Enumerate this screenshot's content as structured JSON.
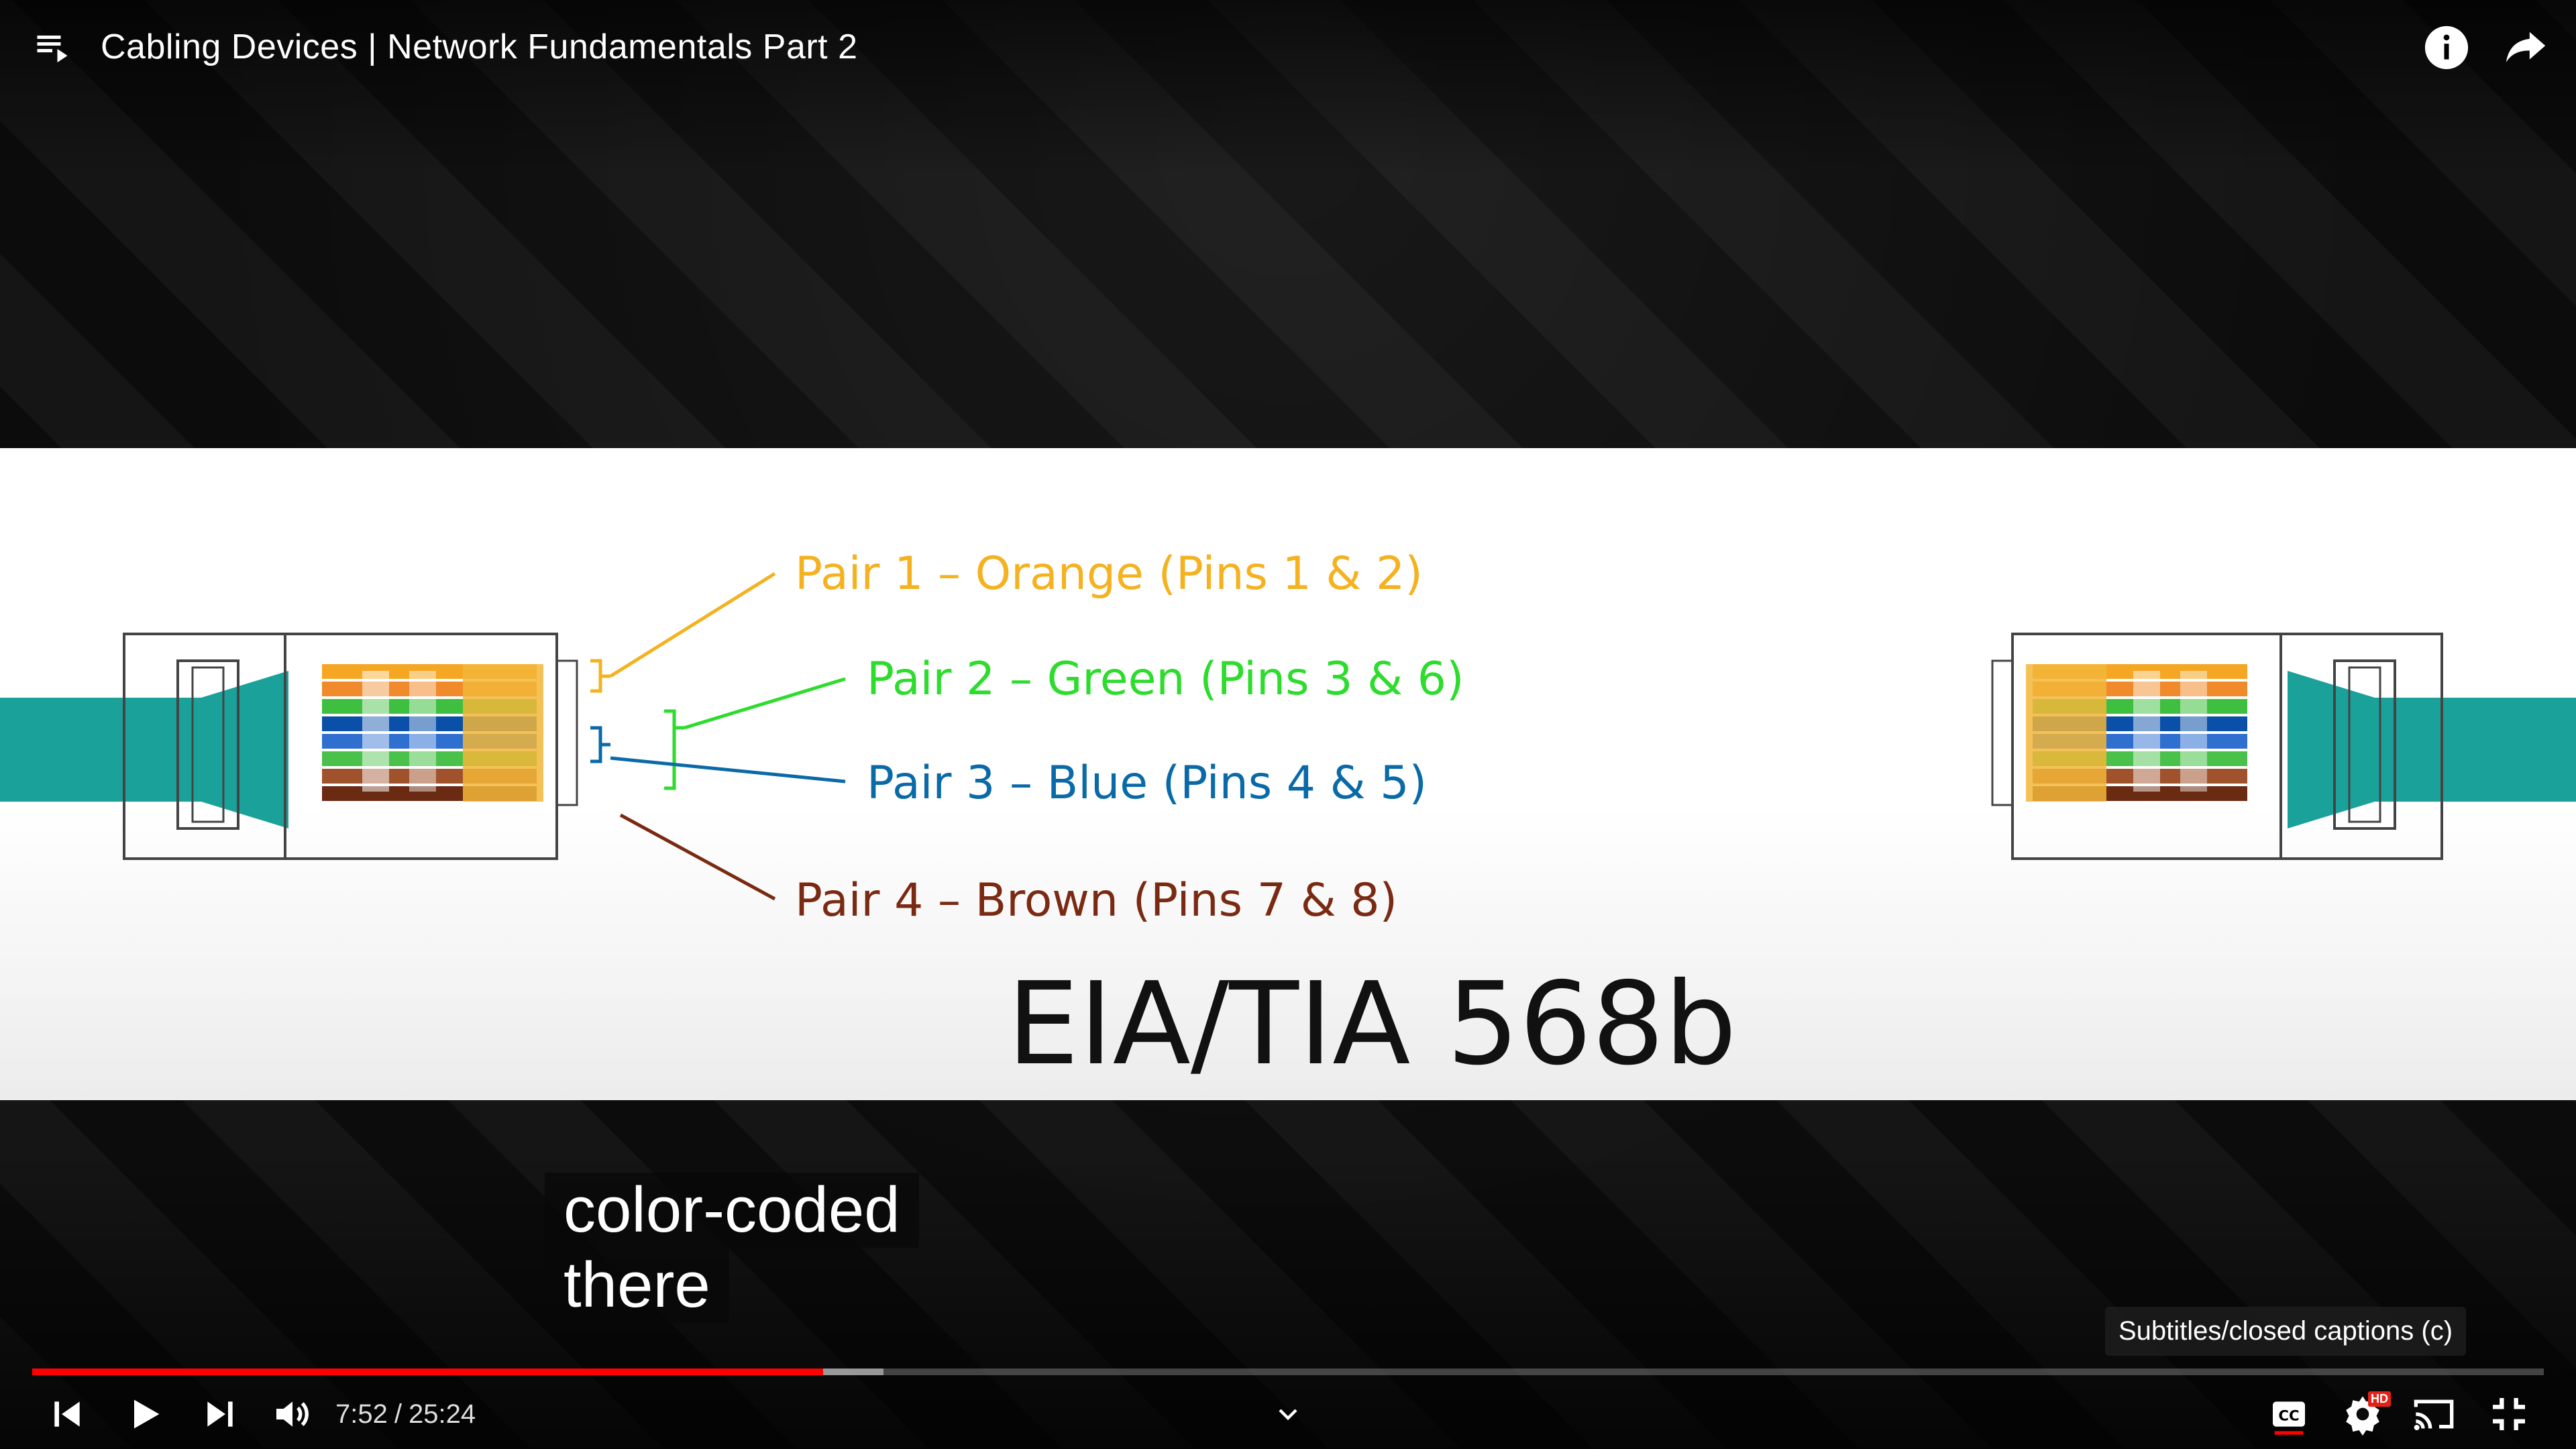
{
  "player": {
    "video_title": "Cabling Devices | Network Fundamentals Part 2",
    "played_fraction": 0.315,
    "buffered_fraction": 0.339,
    "accent_color": "#ff0000"
  },
  "slide": {
    "standard_title": "EIA/TIA 568b",
    "pairs": [
      {
        "label": "Pair 1 – Orange (Pins 1 & 2)",
        "color": "#f5b220"
      },
      {
        "label": "Pair 2 – Green (Pins 3 & 6)",
        "color": "#2ddc2d"
      },
      {
        "label": "Pair 3 – Blue (Pins 4 & 5)",
        "color": "#0a6aa8"
      },
      {
        "label": "Pair 4 – Brown (Pins 7 & 8)",
        "color": "#7a2a12"
      }
    ],
    "cable_color": "#1aa19a"
  },
  "captions": {
    "line1": "color-coded",
    "line2": "there"
  },
  "tooltip": "Subtitles/closed captions (c)",
  "controls": {
    "current_time": "7:52",
    "separator": "/",
    "duration": "25:24",
    "hd_label": "HD"
  },
  "icons": {
    "playlist": "playlist-icon",
    "info": "info-icon",
    "share": "share-icon",
    "previous": "previous-icon",
    "play": "play-icon",
    "next": "next-icon",
    "volume": "volume-icon",
    "chevron": "chevron-down-icon",
    "cc": "cc-icon",
    "settings": "settings-icon",
    "cast": "cast-icon",
    "exit_fullscreen": "exit-fullscreen-icon"
  }
}
